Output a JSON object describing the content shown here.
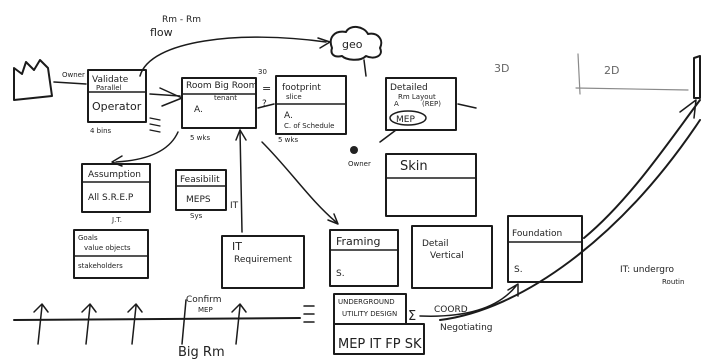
{
  "board": {
    "background": "#ffffff",
    "ink": "#1b1b1b",
    "faint_ink": "#7a7a7a"
  },
  "top": {
    "flow_label_a": "Rm - Rm",
    "flow_label_b": "flow",
    "geo_label": "geo",
    "owner_label": "Owner"
  },
  "boxes": {
    "validate": {
      "title": "Validate",
      "sub": "Parallel",
      "role": "Operator",
      "note": "4 bins"
    },
    "room_big_room": {
      "title": "Room Big Room",
      "sub": "tenant",
      "letter": "A.",
      "side": "?",
      "num": "30",
      "note": "5 wks"
    },
    "footprint": {
      "title": "footprint",
      "sub": "slice",
      "letter_a": "A.",
      "letter_c": "C. of Schedule",
      "note": "5 wks"
    },
    "detailed": {
      "title": "Detailed",
      "sub": "Rm Layout",
      "tag": "MEP",
      "letter": "A",
      "note": "(REP)"
    },
    "skin": {
      "title": "Skin"
    },
    "assumptions": {
      "title": "Assumption",
      "body": "All S.R.E.P",
      "initials": "J.T."
    },
    "feasibility": {
      "title": "Feasibilit",
      "body": "MEPS",
      "note": "Sys"
    },
    "goals": {
      "title": "Goals",
      "line2": "value objects",
      "line3": "stakeholders"
    },
    "it_requirements": {
      "title": "IT",
      "sub": "Requirement"
    },
    "framing": {
      "title": "Framing",
      "letter": "S."
    },
    "detail_vertical": {
      "title": "Detail",
      "sub": "Vertical"
    },
    "foundation": {
      "title": "Foundation",
      "letter": "S."
    },
    "underground": {
      "title": "UNDERGROUND",
      "sub": "UTILITY DESIGN",
      "bottom": "MEP IT FP SK"
    }
  },
  "labels": {
    "it_near_feas": "IT",
    "coord": "COORD",
    "neg": "Negotiating",
    "sigma": "Σ",
    "it_under": "IT: undergro",
    "routing": "Routin",
    "confirm": "Confirm",
    "confirm_mep": "MEP",
    "big_rm": "Big Rm",
    "floors_3d": "3D",
    "floors_2d": "2D",
    "owner_left": "Owner",
    "equals": "="
  }
}
